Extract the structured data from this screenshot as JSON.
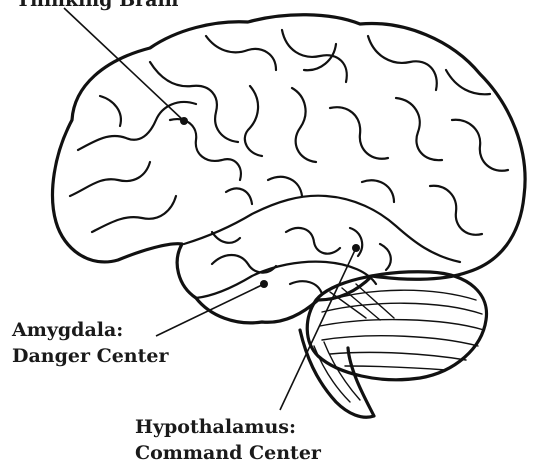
{
  "labels": {
    "top_partial": "Thinking Brain",
    "amygdala_line1": "Amygdala:",
    "amygdala_line2": "Danger Center",
    "hypothalamus_line1": "Hypothalamus:",
    "hypothalamus_line2": "Command Center"
  }
}
